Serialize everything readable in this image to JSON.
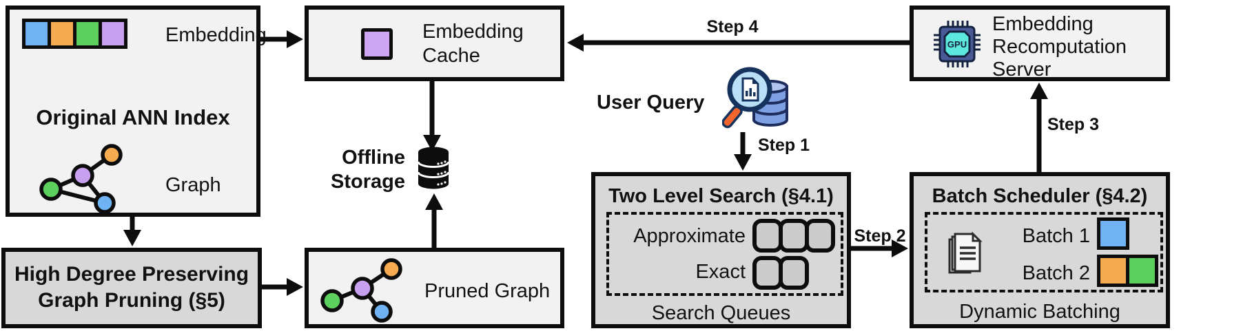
{
  "nodes": {
    "original_ann_index": {
      "title": "Original ANN Index",
      "embedding_label": "Embedding",
      "graph_label": "Graph"
    },
    "high_degree_pruning": {
      "line1": "High Degree Preserving",
      "line2": "Graph Pruning (§5)"
    },
    "embedding_cache": {
      "label": "Embedding Cache"
    },
    "offline_storage": {
      "label": "Offline Storage"
    },
    "pruned_graph": {
      "label": "Pruned Graph"
    },
    "user_query": {
      "label": "User Query"
    },
    "two_level_search": {
      "title": "Two Level Search (§4.1)",
      "row_approximate": "Approximate",
      "row_exact": "Exact",
      "approximate_queue_count": 3,
      "exact_queue_count": 2,
      "caption": "Search Queues"
    },
    "batch_scheduler": {
      "title": "Batch Scheduler (§4.2)",
      "batch1_label": "Batch 1",
      "batch2_label": "Batch 2",
      "batch1_colors": [
        "#6FB3F4"
      ],
      "batch2_colors": [
        "#F6AB50",
        "#5CCF5C"
      ],
      "caption": "Dynamic Batching"
    },
    "recompute_server": {
      "label": "Embedding Recomputation Server",
      "chip_label": "GPU"
    }
  },
  "steps": {
    "step1": "Step 1",
    "step2": "Step 2",
    "step3": "Step 3",
    "step4": "Step 4"
  },
  "colors": {
    "embedding_blue": "#6FB3F4",
    "embedding_orange": "#F6AB50",
    "embedding_green": "#5CCF5C",
    "embedding_purple": "#C9A0F0",
    "cache_purple": "#CDA5F3",
    "box_light": "#F2F2F2",
    "box_gray": "#D8D8D8",
    "gpu_body_navy": "#4A5A96",
    "gpu_core_teal": "#5CE8DC",
    "magnifier_lens_blue": "#B9E0F7",
    "magnifier_handle_orange": "#F2662D",
    "query_db_blue": "#7D9FE3",
    "line_black": "#0D0D0D"
  }
}
